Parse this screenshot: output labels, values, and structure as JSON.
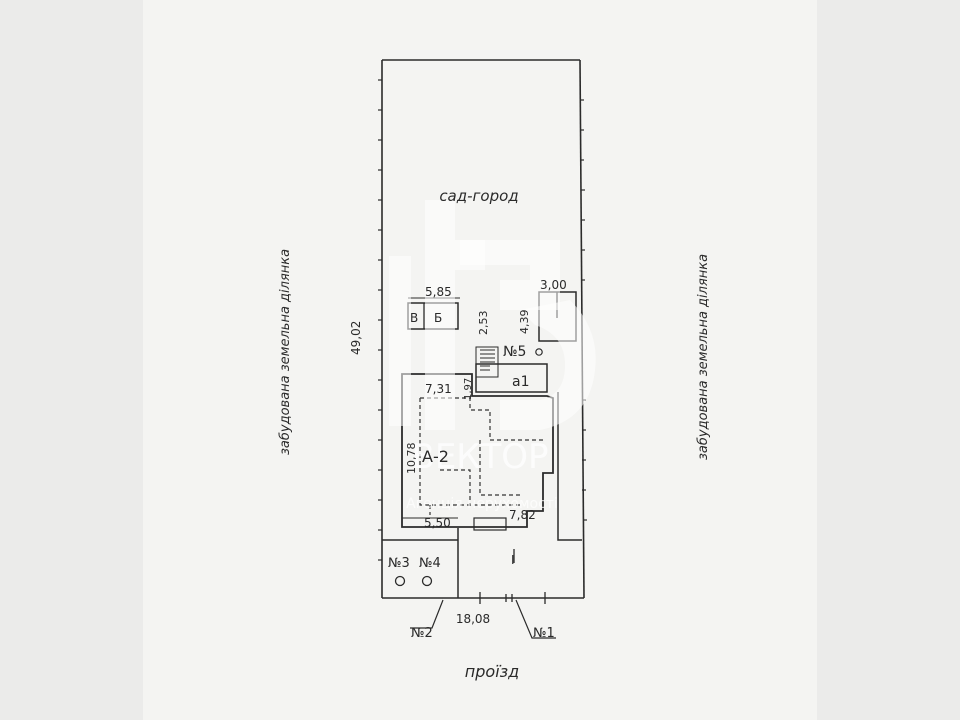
{
  "labels": {
    "garden": "сад-город",
    "left_side": "забудована земельна ділянка",
    "right_side": "забудована земельна ділянка",
    "road": "проїзд",
    "plot_length": "49,02",
    "plot_width": "18,08",
    "width_585": "5,85",
    "len_253": "2,53",
    "len_439": "4,39",
    "width_300": "3,00",
    "len_197": "1,97",
    "width_731": "7,31",
    "height_1078": "10,78",
    "width_550": "5,50",
    "width_782": "7,82",
    "building_v": "В",
    "building_b": "Б",
    "building_a2": "А-2",
    "building_a1": "а1",
    "item_5": "№5",
    "item_3": "№3",
    "item_4": "№4",
    "item_2": "№2",
    "item_1": "№1",
    "marker_i": "I"
  },
  "watermark": {
    "brand": "ВЕКТОР",
    "tagline": "Агенція нерухомості"
  }
}
